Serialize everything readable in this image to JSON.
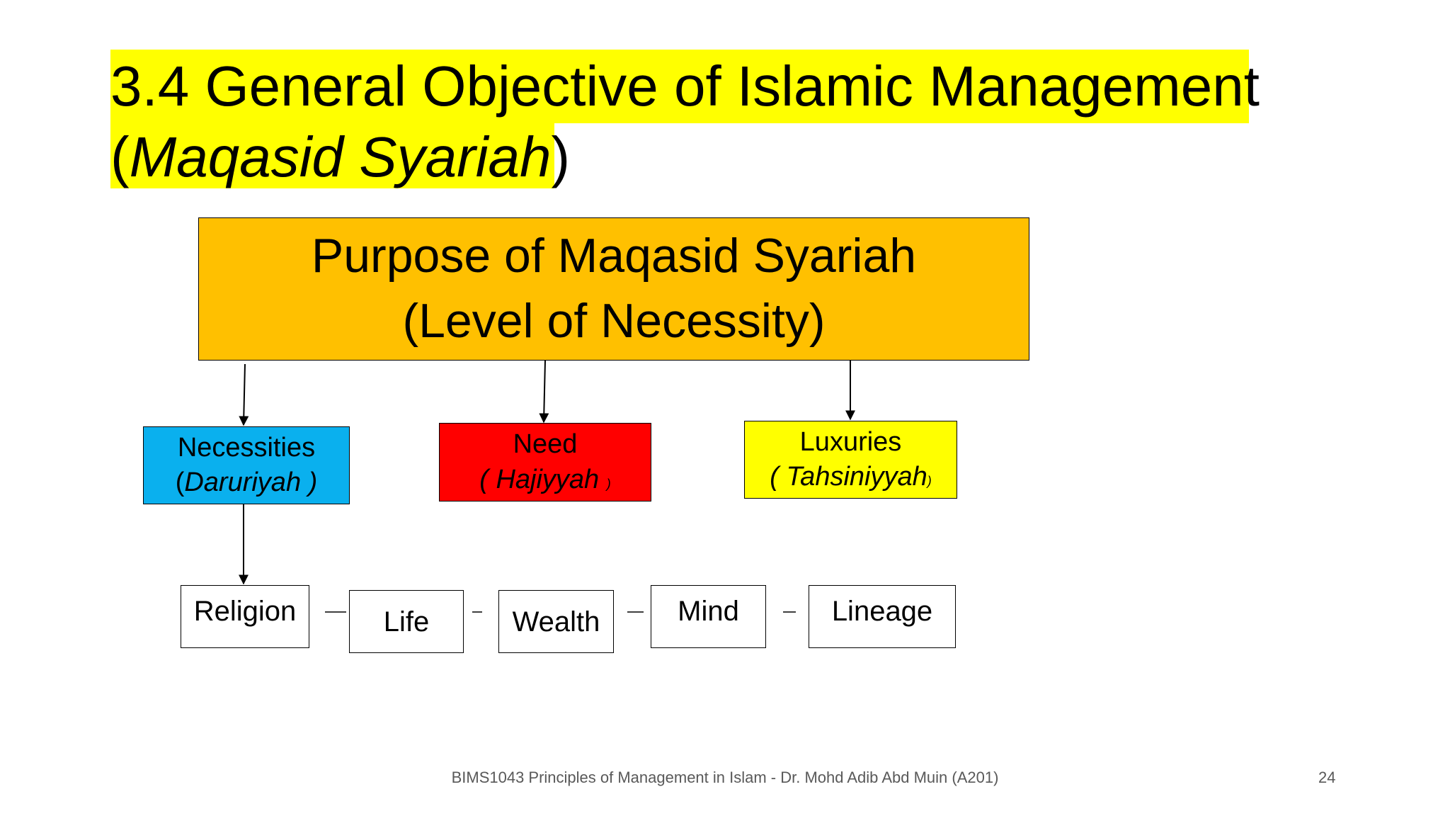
{
  "title": {
    "line1": "3.4 General Objective of Islamic Management",
    "line2_open": "(",
    "line2_italic": "Maqasid Syariah",
    "line2_close": ")"
  },
  "main_box": {
    "line1": "Purpose of Maqasid Syariah",
    "line2": "(Level of Necessity)"
  },
  "categories": {
    "necessities": {
      "label": "Necessities",
      "sub_open": "(",
      "sub_italic": "Daruriyah )",
      "sub_close": ""
    },
    "need": {
      "label": "Need",
      "sub_italic": "( Hajiyyah ",
      "sub_small": ")"
    },
    "luxuries": {
      "label": "Luxuries",
      "sub_italic": "( Tahsiniyyah",
      "sub_small": ")"
    }
  },
  "items": [
    "Religion",
    "Life",
    "Wealth",
    "Mind",
    "Lineage"
  ],
  "footer": {
    "text": "BIMS1043 Principles of Management in Islam - Dr. Mohd Adib Abd Muin (A201)",
    "page": "24"
  },
  "colors": {
    "title_highlight": "#ffff00",
    "main_box": "#ffc000",
    "necessities": "#0ab0ee",
    "need": "#ff0000",
    "luxuries": "#ffff00"
  }
}
